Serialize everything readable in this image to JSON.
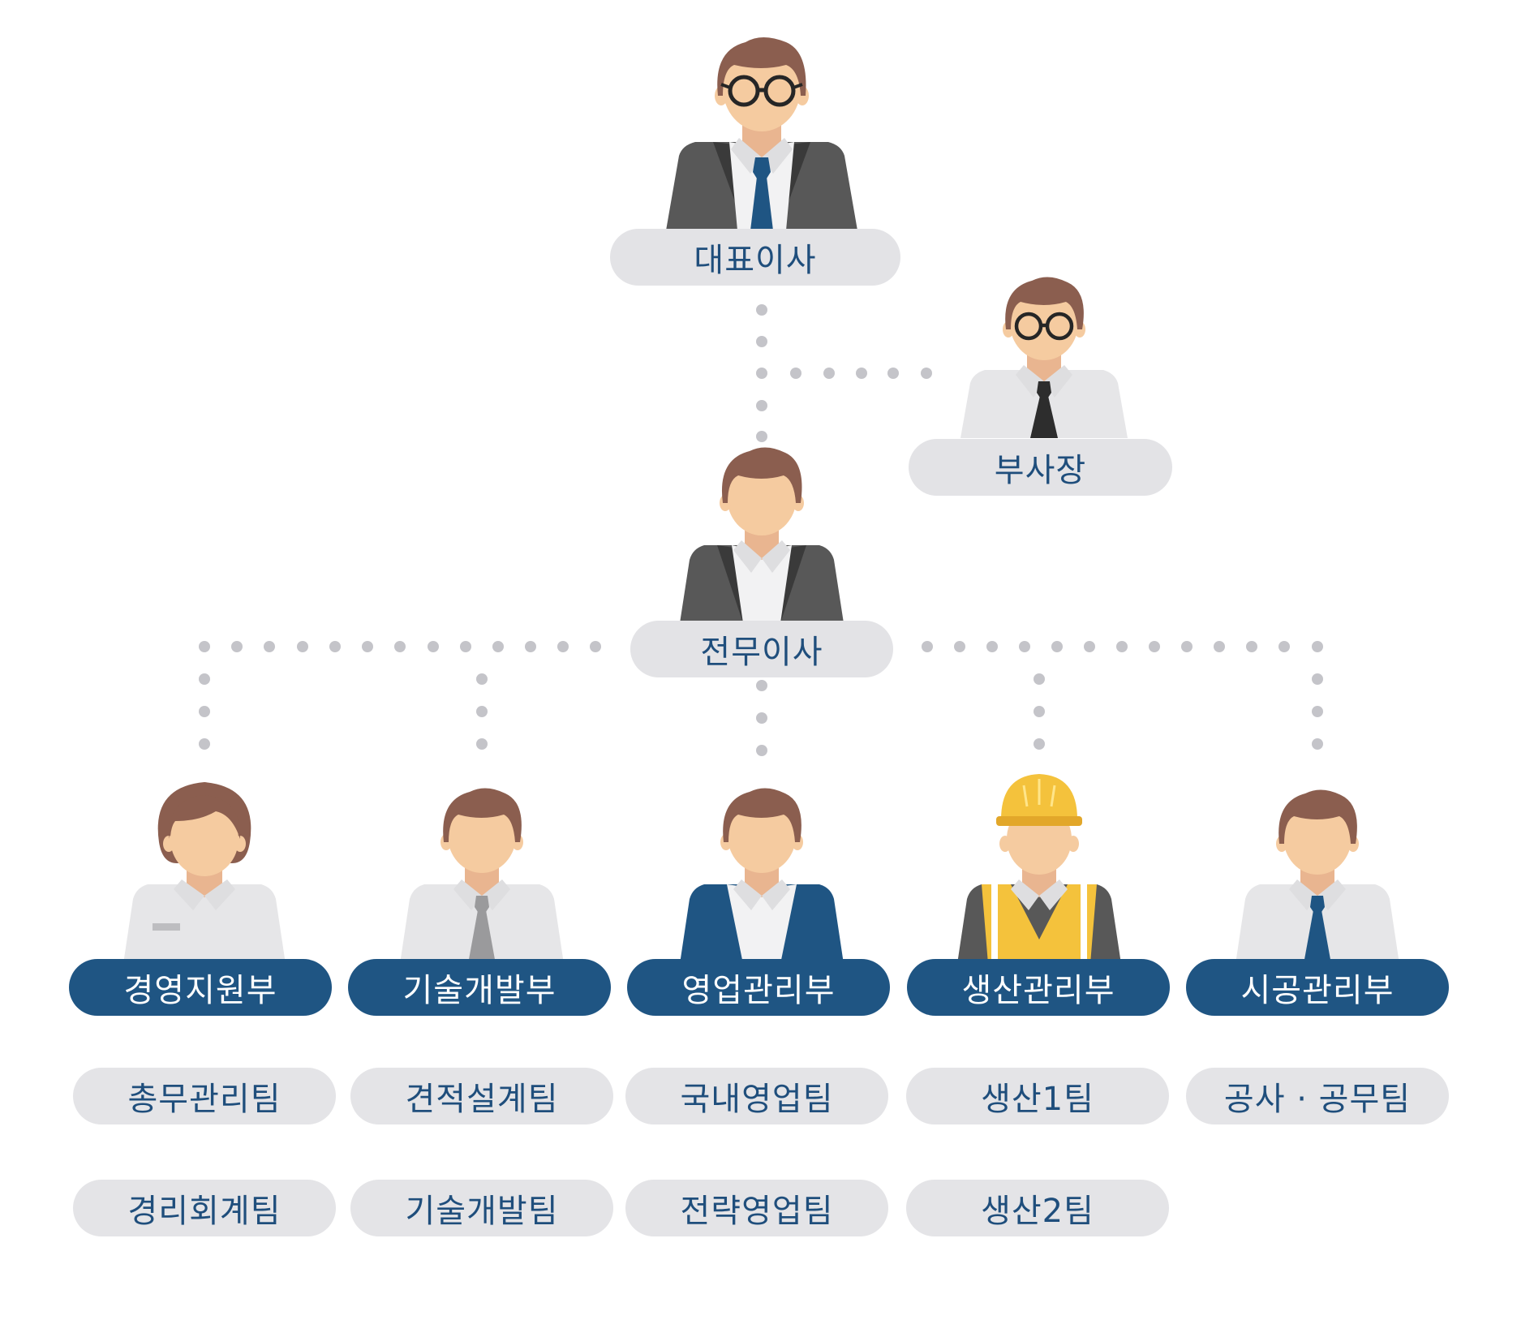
{
  "org": {
    "ceo": "대표이사",
    "vp": "부사장",
    "md": "전무이사",
    "departments": [
      {
        "name": "경영지원부",
        "teams": [
          "총무관리팀",
          "경리회계팀"
        ]
      },
      {
        "name": "기술개발부",
        "teams": [
          "견적설계팀",
          "기술개발팀"
        ]
      },
      {
        "name": "영업관리부",
        "teams": [
          "국내영업팀",
          "전략영업팀"
        ]
      },
      {
        "name": "생산관리부",
        "teams": [
          "생산1팀",
          "생산2팀"
        ]
      },
      {
        "name": "시공관리부",
        "teams": [
          "공사 · 공무팀"
        ]
      }
    ]
  },
  "colors": {
    "navy": "#1f5583",
    "label_gray": "#e3e3e6",
    "dot_gray": "#c4c4c9",
    "hair": "#8b5e4f",
    "skin": "#f5cba0",
    "suit_dark": "#585858",
    "shirt": "#e6e6e8",
    "helmet": "#f4c23c"
  },
  "icons": {
    "ceo": "executive-glasses-icon",
    "vp": "manager-glasses-icon",
    "md": "executive-icon",
    "departments": [
      "female-staff-icon",
      "engineer-icon",
      "sales-manager-icon",
      "construction-worker-icon",
      "site-manager-icon"
    ]
  }
}
